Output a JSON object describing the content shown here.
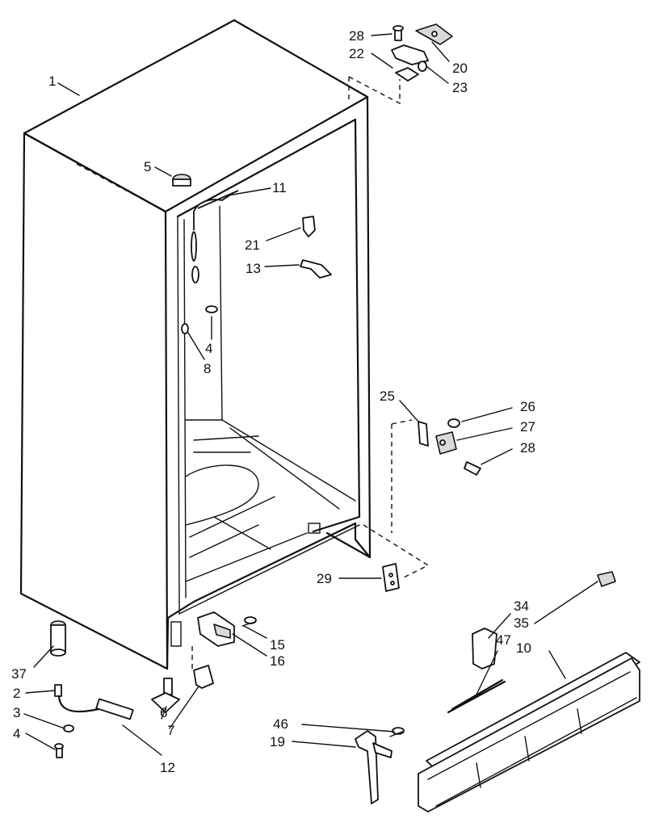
{
  "diagram": {
    "type": "exploded-parts-view",
    "callouts": [
      {
        "id": "c-1",
        "text": "1"
      },
      {
        "id": "c-5",
        "text": "5"
      },
      {
        "id": "c-11",
        "text": "11"
      },
      {
        "id": "c-21",
        "text": "21"
      },
      {
        "id": "c-13",
        "text": "13"
      },
      {
        "id": "c-4a",
        "text": "4"
      },
      {
        "id": "c-8",
        "text": "8"
      },
      {
        "id": "c-28a",
        "text": "28"
      },
      {
        "id": "c-22",
        "text": "22"
      },
      {
        "id": "c-20",
        "text": "20"
      },
      {
        "id": "c-23",
        "text": "23"
      },
      {
        "id": "c-25",
        "text": "25"
      },
      {
        "id": "c-26",
        "text": "26"
      },
      {
        "id": "c-27",
        "text": "27"
      },
      {
        "id": "c-28b",
        "text": "28"
      },
      {
        "id": "c-29",
        "text": "29"
      },
      {
        "id": "c-34",
        "text": "34"
      },
      {
        "id": "c-35",
        "text": "35"
      },
      {
        "id": "c-47",
        "text": "47"
      },
      {
        "id": "c-10",
        "text": "10"
      },
      {
        "id": "c-15",
        "text": "15"
      },
      {
        "id": "c-16",
        "text": "16"
      },
      {
        "id": "c-37",
        "text": "37"
      },
      {
        "id": "c-2",
        "text": "2"
      },
      {
        "id": "c-3",
        "text": "3"
      },
      {
        "id": "c-4b",
        "text": "4"
      },
      {
        "id": "c-6",
        "text": "6"
      },
      {
        "id": "c-7",
        "text": "7"
      },
      {
        "id": "c-12",
        "text": "12"
      },
      {
        "id": "c-46",
        "text": "46"
      },
      {
        "id": "c-19",
        "text": "19"
      }
    ]
  }
}
